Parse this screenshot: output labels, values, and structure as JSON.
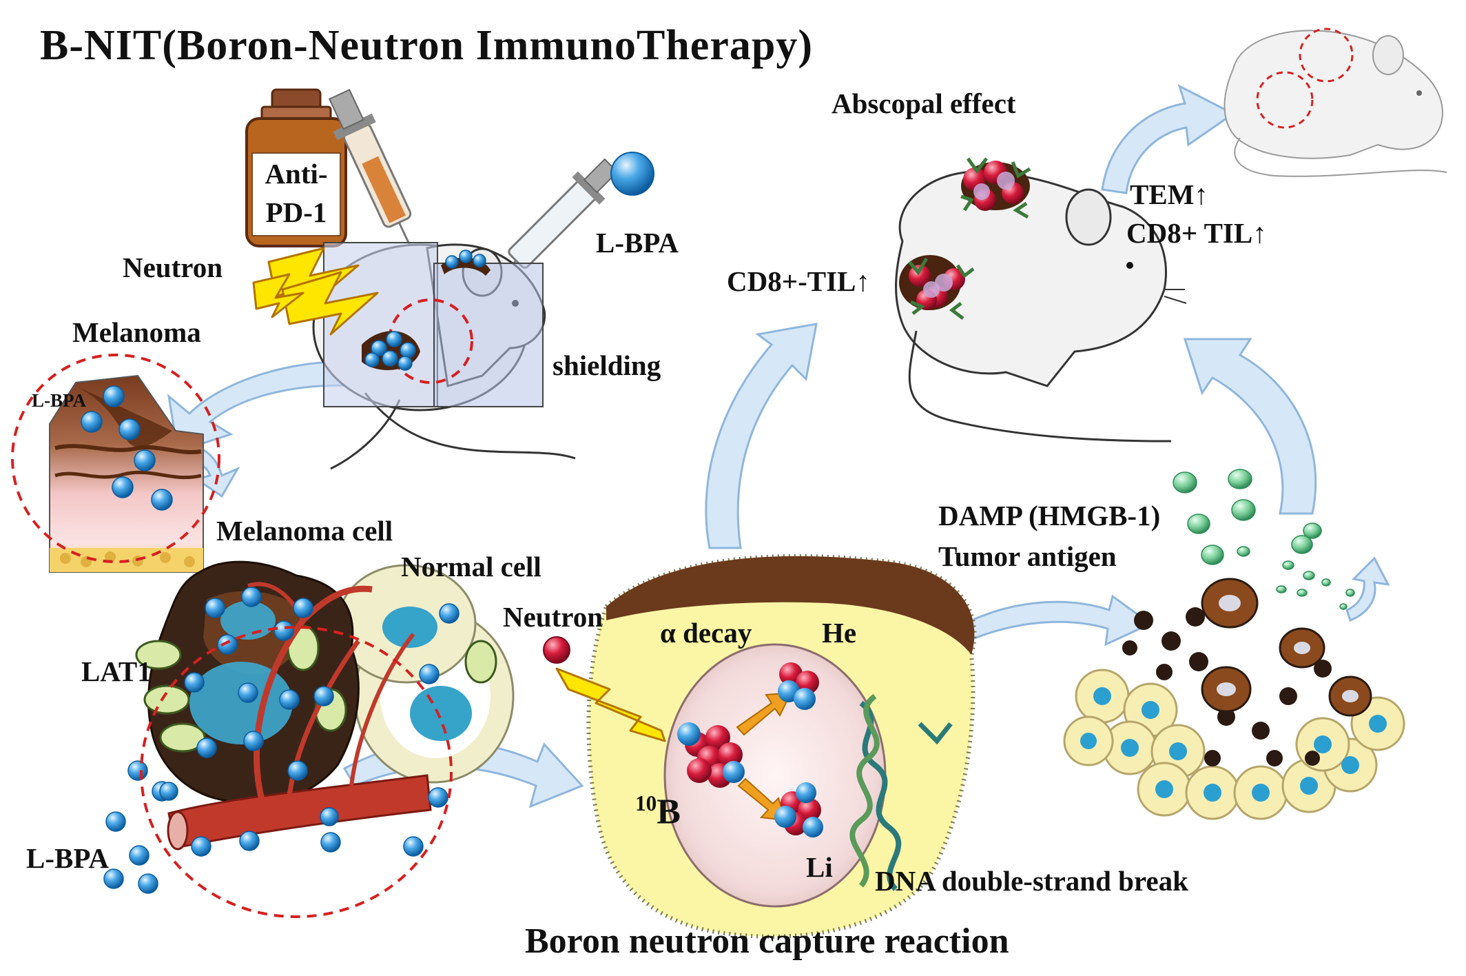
{
  "title": "B-NIT(Boron-Neutron ImmunoTherapy)",
  "footer": "Boron neutron capture reaction",
  "labels": {
    "anti_pd1_line1": "Anti-",
    "anti_pd1_line2": "PD-1",
    "lbpa_top": "L-BPA",
    "neutron_top": "Neutron",
    "shielding": "shielding",
    "melanoma": "Melanoma",
    "lbpa_small": "L-BPA",
    "melanoma_cell": "Melanoma cell",
    "normal_cell": "Normal cell",
    "lat1": "LAT1",
    "lbpa_bottom": "L-BPA",
    "neutron_mid": "Neutron",
    "alpha_decay": "α decay",
    "he": "He",
    "boron_sup": "10",
    "boron_sym": "B",
    "li": "Li",
    "dna_break": "DNA double-strand break",
    "damp": "DAMP (HMGB-1)",
    "tumor_antigen": "Tumor antigen",
    "abscopal": "Abscopal effect",
    "cd8_til_left": "CD8+-TIL↑",
    "tem": "TEM↑",
    "cd8_til_right": "CD8+ TIL↑"
  },
  "colors": {
    "arrow_fill": "#cfe3f7",
    "arrow_stroke": "#8fb6dc",
    "bpa_blue": "#2b8fd6",
    "tumor_brown": "#4a2410",
    "dashed_red": "#d62020",
    "bolt_yellow": "#ffe600",
    "cell_yellow": "#fbf6a6",
    "atom_red": "#c8102e",
    "vessel_red": "#c0392b",
    "antigen_green": "#6fbf8a"
  }
}
